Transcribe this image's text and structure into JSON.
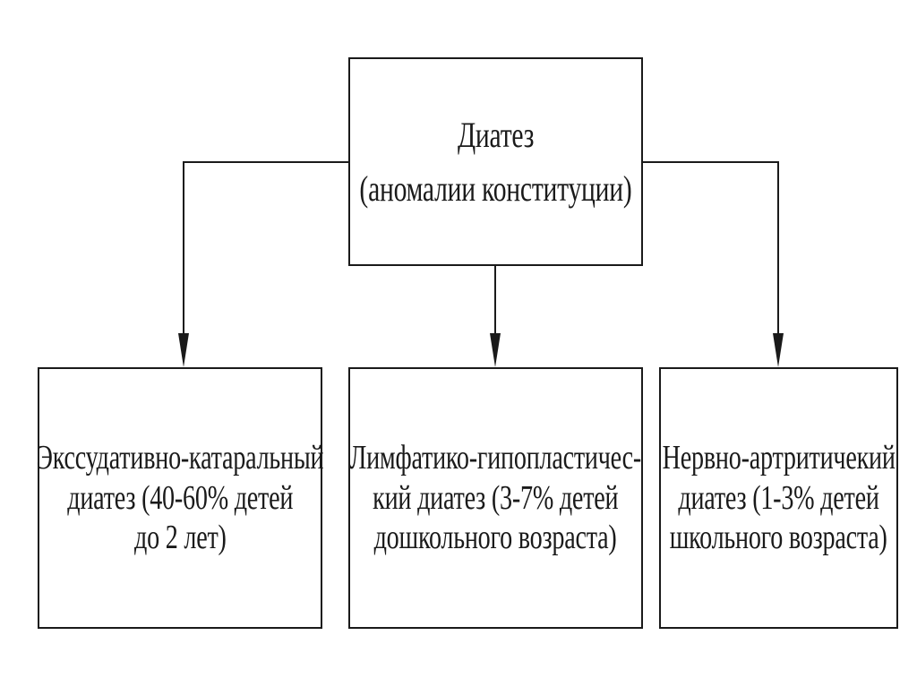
{
  "root": {
    "lines": [
      "Диатез",
      "(аномалии конституции)"
    ]
  },
  "children": [
    {
      "lines": [
        "Экссудативно-катаральный",
        "диатез (40-60% детей",
        "до 2 лет)"
      ]
    },
    {
      "lines": [
        "Лимфатико-гипопластичес-",
        "кий диатез (3-7% детей",
        "дошкольного возраста)"
      ]
    },
    {
      "lines": [
        "Нервно-артритичекий",
        "диатез (1-3% детей",
        "школьного возраста)"
      ]
    }
  ],
  "colors": {
    "stroke": "#1a1a1a",
    "background": "#ffffff"
  }
}
